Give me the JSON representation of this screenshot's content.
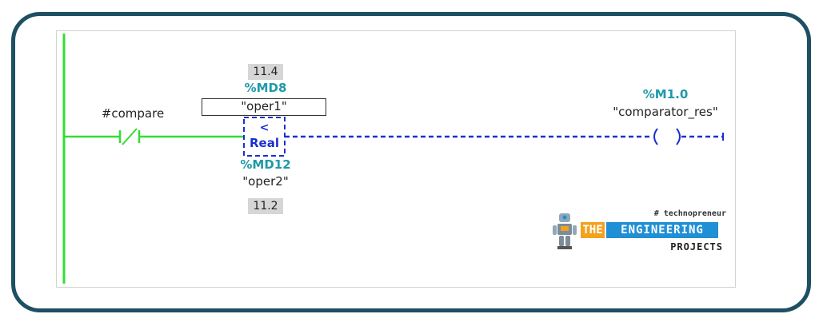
{
  "contact": {
    "label": "#compare"
  },
  "comparator": {
    "value_top": "11.4",
    "address_top": "%MD8",
    "operand_top": "\"oper1\"",
    "operator": "<",
    "type": "Real",
    "address_bottom": "%MD12",
    "operand_bottom": "\"oper2\"",
    "value_bottom": "11.2"
  },
  "coil": {
    "address": "%M1.0",
    "label": "\"comparator_res\""
  },
  "logo": {
    "hashtag": "# technopreneur",
    "the": "THE",
    "engineering": "ENGINEERING",
    "projects": "PROJECTS"
  },
  "colors": {
    "frame": "#1e4f63",
    "power_flow": "#33dd33",
    "inactive_wire": "#1a2fd0",
    "address": "#1f9aa8",
    "logo_blue": "#1f8fd6",
    "logo_orange": "#f3a21d"
  }
}
